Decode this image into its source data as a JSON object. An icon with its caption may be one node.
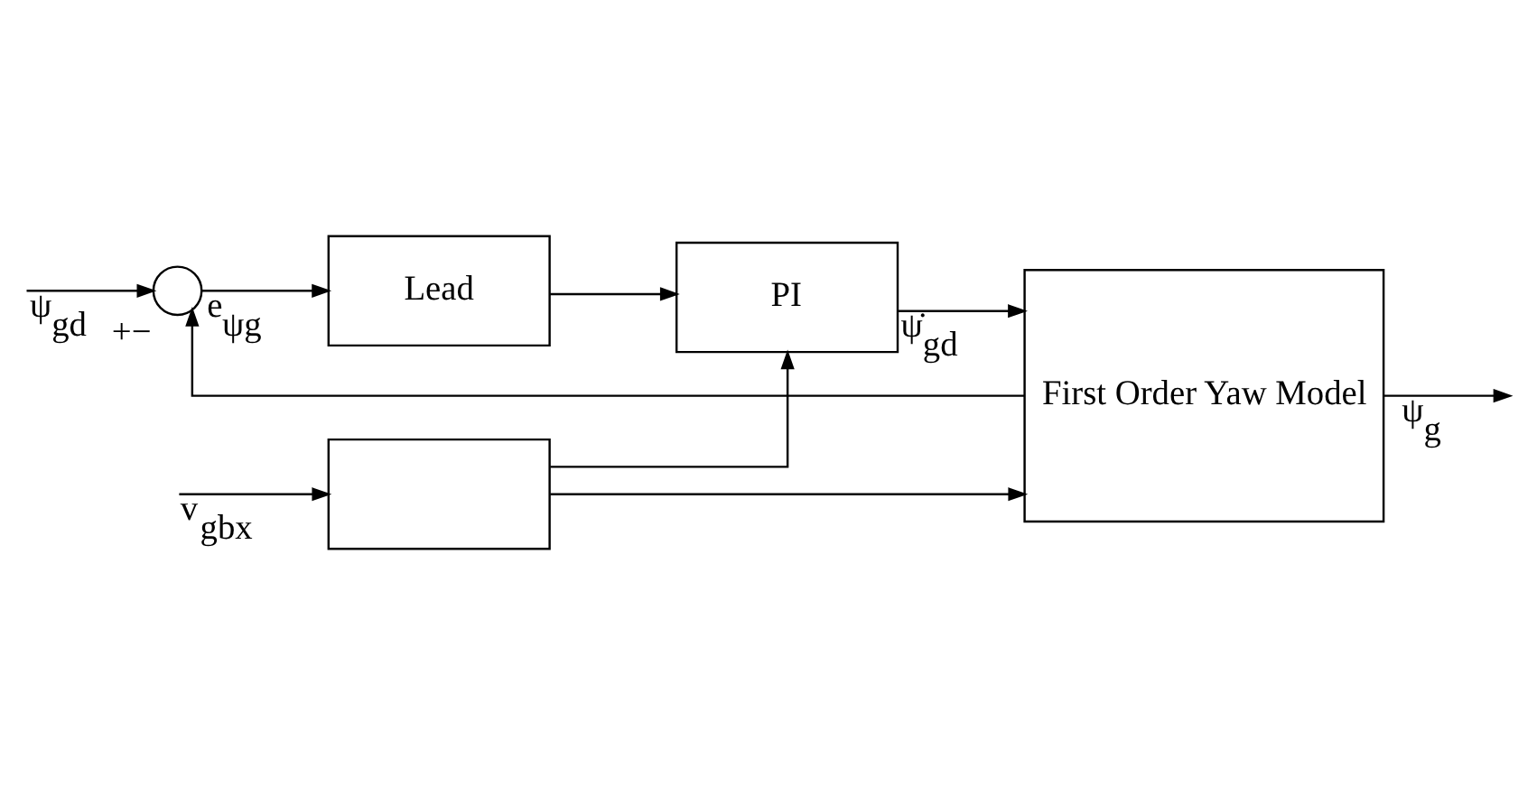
{
  "diagram": {
    "nodes": [
      {
        "text": [],
        "shape": "box"
      },
      {
        "text": [
          "Lead"
        ]
      },
      {
        "text": [
          "PI"
        ]
      },
      {
        "text": [
          "First Order Yaw Model"
        ]
      },
      {
        "text": [],
        "shape": "circle",
        "beside": [
          "+",
          "−"
        ]
      }
    ],
    "edges": [
      {
        "from": null,
        "to": 0,
        "arrow": "to",
        "label": "v$_{gbx}$"
      },
      {
        "from": null,
        "to": 4,
        "arrow": "to",
        "label": "ψ$_{gd}$"
      },
      {
        "from": 4,
        "to": 1,
        "arrow": "to",
        "label": "e$_{ψg}$"
      },
      {
        "from": 1,
        "to": 2,
        "arrow": "to"
      },
      {
        "from": 0,
        "to": 2,
        "arrow": "to"
      },
      {
        "from": 0,
        "to": 3,
        "arrow": "to"
      },
      {
        "from": 2,
        "to": 3,
        "arrow": "to",
        "label": "ψ̇$_{gd}$"
      },
      {
        "from": 3,
        "to": null,
        "arrow": "to",
        "label": "ψ$_{g}$"
      },
      {
        "from": 3,
        "to": 4,
        "arrow": "to"
      }
    ]
  }
}
